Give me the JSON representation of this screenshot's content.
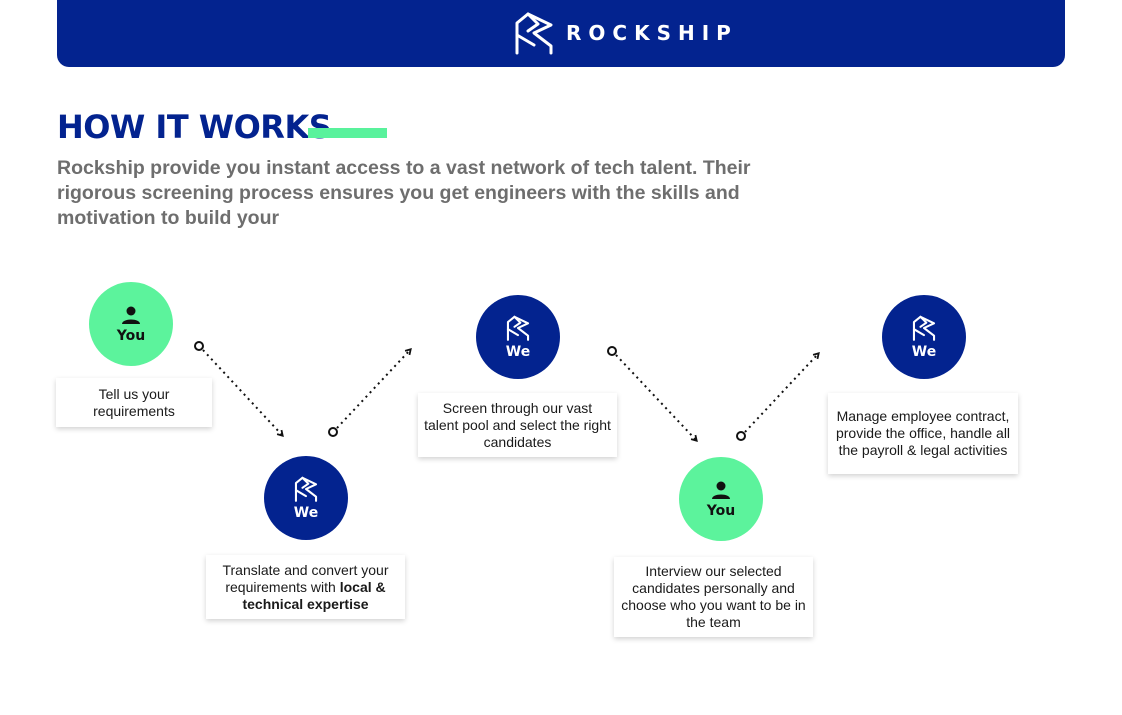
{
  "header": {
    "brand_name": "ROCKSHIP",
    "logo_icon": "rockship-logo-icon",
    "background": "#03238f"
  },
  "section": {
    "title": "HOW IT WORKS",
    "accent_color": "#59f29c",
    "description": "Rockship provide you instant access to a vast network of tech talent. Their rigorous screening process ensures you get engineers with the skills and motivation to build your"
  },
  "steps": [
    {
      "actor": "You",
      "icon": "person-icon",
      "text": "Tell us your requirements",
      "text_bold": ""
    },
    {
      "actor": "We",
      "icon": "rockship-logo-icon",
      "text": "Translate and convert your requirements with",
      "text_bold": "local & technical expertise"
    },
    {
      "actor": "We",
      "icon": "rockship-logo-icon",
      "text": "Screen through our vast talent pool and select the right candidates",
      "text_bold": ""
    },
    {
      "actor": "You",
      "icon": "person-icon",
      "text": "Interview our selected candidates personally and choose who you want to be in the team",
      "text_bold": ""
    },
    {
      "actor": "We",
      "icon": "rockship-logo-icon",
      "text": "Manage employee contract, provide the office, handle all the payroll & legal activities",
      "text_bold": ""
    }
  ],
  "colors": {
    "you": "#5cf39c",
    "we": "#03238f"
  }
}
